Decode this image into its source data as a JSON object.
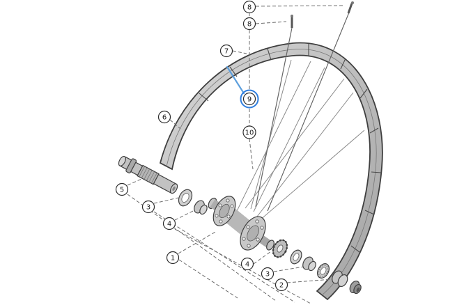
{
  "diagram": {
    "type": "exploded-parts-diagram",
    "background": "#ffffff",
    "line_color": "#3f3f3f",
    "leader_color": "#6b6b6b",
    "part_fill": "#c6c6c6",
    "highlight_color": "#2f7ede",
    "pointer_color": "#5d9fdd",
    "highlighted_callout": "9",
    "callouts": [
      {
        "label": "8"
      },
      {
        "label": "8"
      },
      {
        "label": "7"
      },
      {
        "label": "9"
      },
      {
        "label": "6"
      },
      {
        "label": "10"
      },
      {
        "label": "5"
      },
      {
        "label": "3"
      },
      {
        "label": "4"
      },
      {
        "label": "1"
      },
      {
        "label": "4"
      },
      {
        "label": "3"
      },
      {
        "label": "2"
      }
    ]
  }
}
